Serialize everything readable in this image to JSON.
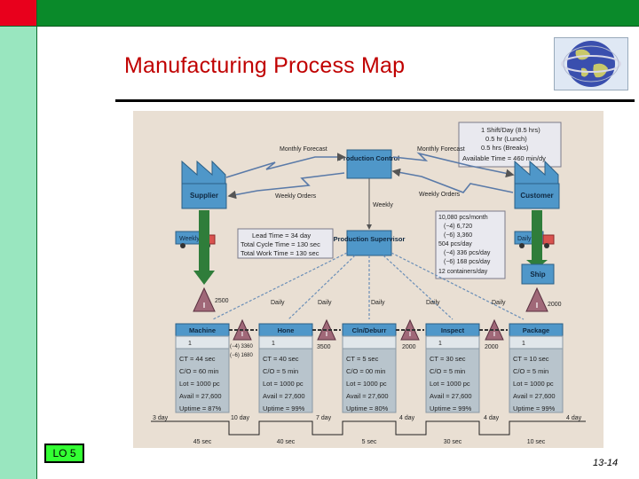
{
  "slide": {
    "title": "Manufacturing Process Map",
    "lo_badge": "LO 5",
    "page_number": "13-14"
  },
  "colors": {
    "title_red": "#c00000",
    "topbar_green": "#0a8a2a",
    "sidebar_mint": "#99e6bf",
    "box_blue": "#4f97c9",
    "data_box_grey": "#b8c4cc",
    "triangle_mauve": "#a06878",
    "arrow_green": "#2f7d3a"
  },
  "icons": [
    "globe-icon",
    "factory-icon",
    "truck-icon",
    "inventory-triangle-icon",
    "push-arrow-icon",
    "operator-icon"
  ],
  "map": {
    "info_box": [
      "1 Shift/Day (8.5 hrs)",
      "0.5 hr (Lunch)",
      "0.5 hrs (Breaks)",
      "Available Time = 460 min/dy"
    ],
    "production_control": "Production Control",
    "production_supervisor": "Production Supervisor",
    "supplier": "Supplier",
    "customer": "Customer",
    "ship": "Ship",
    "monthly_forecast_left": "Monthly Forecast",
    "monthly_forecast_right": "Monthly Forecast",
    "weekly_orders_left": "Weekly Orders",
    "weekly_orders_right": "Weekly Orders",
    "weekly_center": "Weekly",
    "weekly_truck": "Weekly",
    "daily_truck": "Daily",
    "lead_box": [
      "Lead Time = 34 day",
      "Total Cycle Time = 130 sec",
      "Total Work Time = 130 sec"
    ],
    "demand_box": [
      "10,080 pcs/month",
      "(−4) 6,720",
      "(−6) 3,360",
      "504 pcs/day",
      "(−4) 336 pcs/day",
      "(−6) 168 pcs/day",
      "12 containers/day"
    ],
    "daily_labels": [
      "Daily",
      "Daily",
      "Daily",
      "Daily",
      "Daily"
    ],
    "inv_first": "2500",
    "inv_ship": "2000",
    "inv_machine_1": "(−4) 3360",
    "inv_machine_2": "(−6) 1680",
    "inv_hone": "3500",
    "inv_cln": "2000",
    "inv_inspect": "2000",
    "operator_count": "1",
    "processes": [
      {
        "name": "Machine",
        "ct": "CT = 44 sec",
        "co": "C/O = 60 min",
        "lot": "Lot = 1000 pc",
        "avail": "Avail = 27,600",
        "uptime": "Uptime = 87%"
      },
      {
        "name": "Hone",
        "ct": "CT = 40 sec",
        "co": "C/O = 5 min",
        "lot": "Lot = 1000 pc",
        "avail": "Avail = 27,600",
        "uptime": "Uptime = 99%"
      },
      {
        "name": "Cln/Deburr",
        "ct": "CT = 5 sec",
        "co": "C/O = 00 min",
        "lot": "Lot = 1000 pc",
        "avail": "Avail = 27,600",
        "uptime": "Uptime = 80%"
      },
      {
        "name": "Inspect",
        "ct": "CT = 30 sec",
        "co": "C/O = 5 min",
        "lot": "Lot = 1000 pc",
        "avail": "Avail = 27,600",
        "uptime": "Uptime = 99%"
      },
      {
        "name": "Package",
        "ct": "CT = 10 sec",
        "co": "C/O = 5 min",
        "lot": "Lot = 1000 pc",
        "avail": "Avail = 27,600",
        "uptime": "Uptime = 99%"
      }
    ],
    "timeline_days": [
      "3 day",
      "10 day",
      "7 day",
      "4 day",
      "4 day",
      "4 day"
    ],
    "timeline_secs": [
      "45 sec",
      "40 sec",
      "5 sec",
      "30 sec",
      "10 sec"
    ]
  }
}
